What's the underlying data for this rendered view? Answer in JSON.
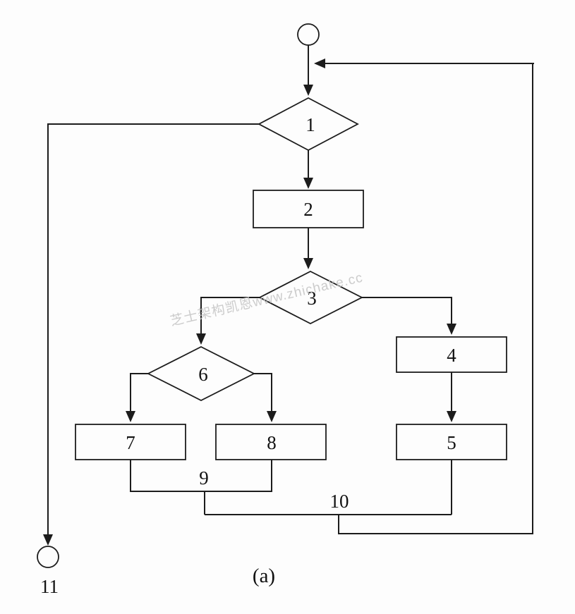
{
  "figure": {
    "caption": "(a)",
    "watermark": "芝士架构凯恩www.zhichake.cc",
    "nodes": {
      "d1": {
        "type": "decision",
        "label": "1"
      },
      "p2": {
        "type": "process",
        "label": "2"
      },
      "d3": {
        "type": "decision",
        "label": "3"
      },
      "p4": {
        "type": "process",
        "label": "4"
      },
      "p5": {
        "type": "process",
        "label": "5"
      },
      "d6": {
        "type": "decision",
        "label": "6"
      },
      "p7": {
        "type": "process",
        "label": "7"
      },
      "p8": {
        "type": "process",
        "label": "8"
      },
      "j9": {
        "type": "junction",
        "label": "9"
      },
      "j10": {
        "type": "junction",
        "label": "10"
      },
      "end11": {
        "type": "terminal-circle",
        "label": "11"
      }
    }
  }
}
